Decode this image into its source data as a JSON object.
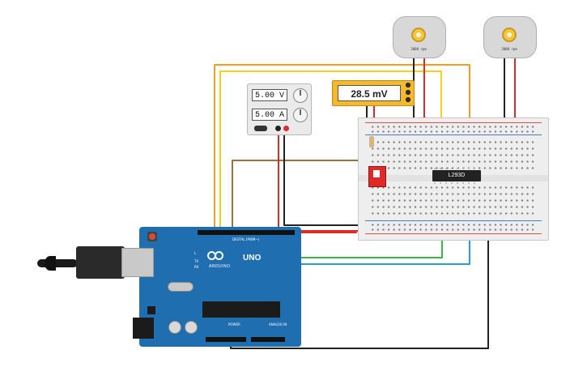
{
  "canvas": {
    "background": "#ffffff"
  },
  "motors": [
    {
      "label": "2000 rpm",
      "lead_left_color": "#222222",
      "lead_right_color": "#e02a2a"
    },
    {
      "label": "2000 rpm",
      "lead_left_color": "#222222",
      "lead_right_color": "#e02a2a"
    }
  ],
  "power_supply": {
    "voltage": "5.00 V",
    "current": "5.00 A"
  },
  "multimeter": {
    "reading": "28.5 mV",
    "body_color": "#f6b92b"
  },
  "driver_chip": {
    "label": "L293D"
  },
  "arduino": {
    "logo_text": "UNO",
    "brand": "ARDUINO",
    "digital_label": "DIGITAL (PWM~)",
    "power_label": "POWER",
    "analog_label": "ANALOG IN",
    "tx_label": "TX",
    "rx_label": "RX",
    "l_label": "L",
    "board_color": "#1f6fb0"
  },
  "wire_colors": {
    "orange": "#f0a020",
    "yellow": "#f2d21b",
    "brown": "#a0703c",
    "red": "#e02a2a",
    "black": "#222222",
    "green": "#3cb54a",
    "blue": "#2a9fd6",
    "purple": "#8e3fa8"
  }
}
